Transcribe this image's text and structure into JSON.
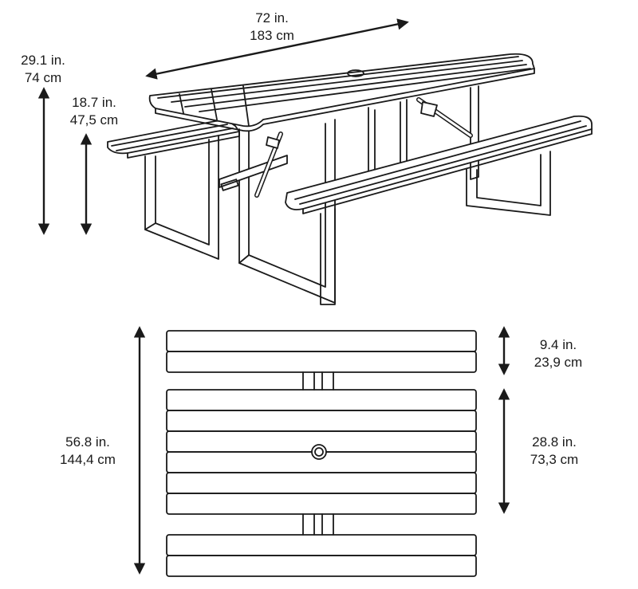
{
  "colors": {
    "line": "#1a1a1a",
    "background": "#ffffff"
  },
  "dimensions": {
    "length": {
      "imperial": "72 in.",
      "metric": "183 cm"
    },
    "table_height": {
      "imperial": "29.1 in.",
      "metric": "74 cm"
    },
    "seat_height": {
      "imperial": "18.7 in.",
      "metric": "47,5 cm"
    },
    "bench_width": {
      "imperial": "9.4 in.",
      "metric": "23,9 cm"
    },
    "overall_width": {
      "imperial": "56.8 in.",
      "metric": "144,4 cm"
    },
    "tabletop_width": {
      "imperial": "28.8 in.",
      "metric": "73,3 cm"
    }
  }
}
